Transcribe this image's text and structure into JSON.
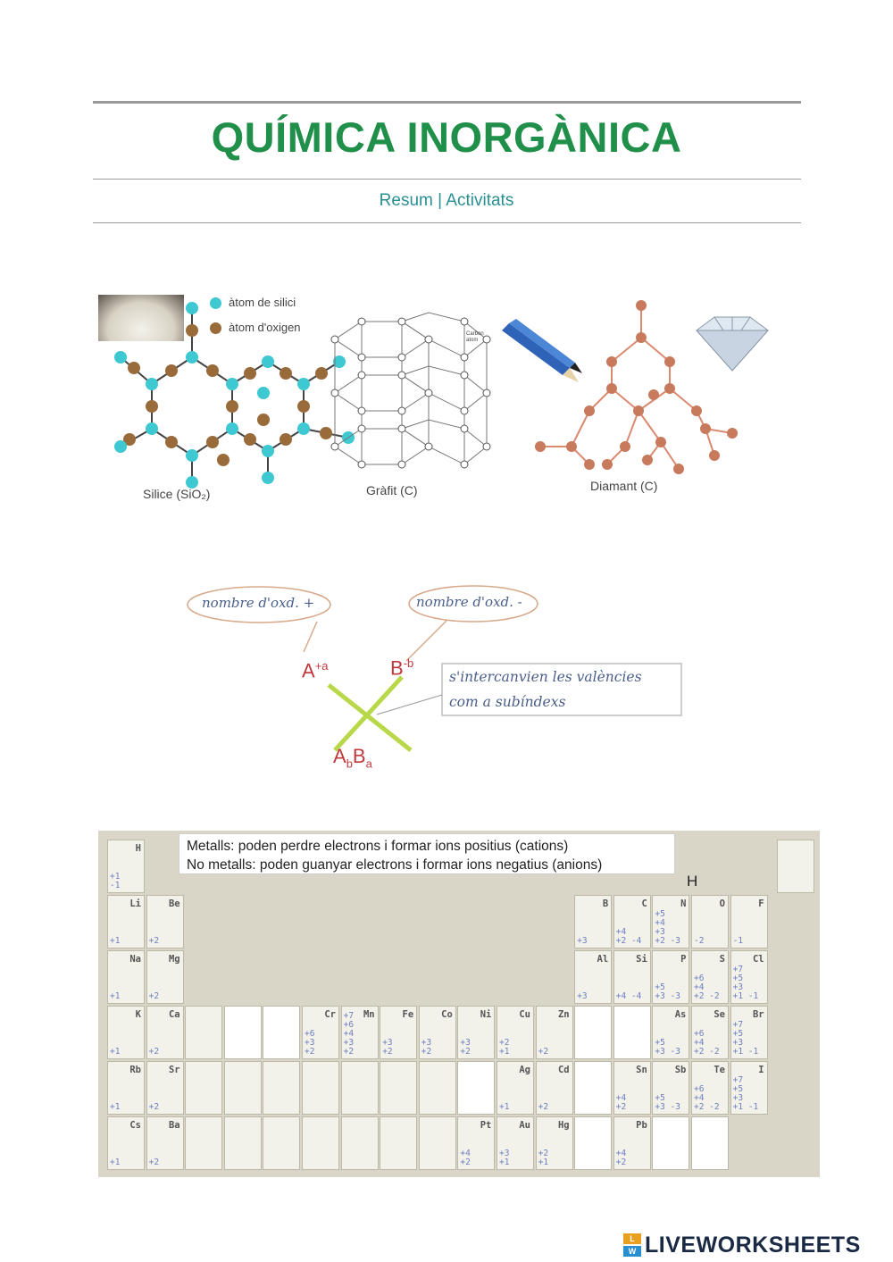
{
  "header": {
    "title": "QUÍMICA INORGÀNICA",
    "subtitle": "Resum | Activitats"
  },
  "structures": {
    "silica_legend_si": "àtom de silici",
    "silica_legend_o": "àtom d'oxigen",
    "silica_caption": "Silice (SiO₂)",
    "graphite_caption": "Gràfit (C)",
    "graphite_note": "Carbon atom",
    "diamond_caption": "Diamant (C)"
  },
  "formula": {
    "bubble_positive": "nombre d'oxd. +",
    "bubble_negative": "nombre d'oxd. -",
    "cation_base": "A",
    "cation_sup": "+a",
    "anion_base": "B",
    "anion_sup": "-b",
    "box_line1": "s'intercanvien les valències",
    "box_line2": "com a subíndexs",
    "result_a": "A",
    "result_sub_b": "b",
    "result_b": "B",
    "result_sub_a": "a"
  },
  "legend": {
    "line1": "Metalls: poden perdre electrons i formar ions positius (cations)",
    "line2": "No metalls: poden guanyar electrons i formar ions negatius (anions)",
    "h_label": "H"
  },
  "periodic_table": [
    {
      "sym": "H",
      "col": 0,
      "row": 0,
      "vals": [
        "+1",
        "-1"
      ]
    },
    {
      "sym": "Li",
      "col": 0,
      "row": 1,
      "vals": [
        "+1"
      ]
    },
    {
      "sym": "Be",
      "col": 1,
      "row": 1,
      "vals": [
        "+2"
      ]
    },
    {
      "sym": "B",
      "col": 12,
      "row": 1,
      "vals": [
        "+3"
      ]
    },
    {
      "sym": "C",
      "col": 13,
      "row": 1,
      "vals": [
        "+4",
        "+2 -4"
      ]
    },
    {
      "sym": "N",
      "col": 14,
      "row": 1,
      "vals": [
        "+5",
        "+4",
        "+3",
        "+2 -3"
      ]
    },
    {
      "sym": "O",
      "col": 15,
      "row": 1,
      "vals": [
        "-2"
      ]
    },
    {
      "sym": "F",
      "col": 16,
      "row": 1,
      "vals": [
        "-1"
      ]
    },
    {
      "sym": "Na",
      "col": 0,
      "row": 2,
      "vals": [
        "+1"
      ]
    },
    {
      "sym": "Mg",
      "col": 1,
      "row": 2,
      "vals": [
        "+2"
      ]
    },
    {
      "sym": "Al",
      "col": 12,
      "row": 2,
      "vals": [
        "+3"
      ]
    },
    {
      "sym": "Si",
      "col": 13,
      "row": 2,
      "vals": [
        "+4 -4"
      ]
    },
    {
      "sym": "P",
      "col": 14,
      "row": 2,
      "vals": [
        "+5",
        "+3 -3"
      ]
    },
    {
      "sym": "S",
      "col": 15,
      "row": 2,
      "vals": [
        "+6",
        "+4",
        "+2 -2"
      ]
    },
    {
      "sym": "Cl",
      "col": 16,
      "row": 2,
      "vals": [
        "+7",
        "+5",
        "+3",
        "+1 -1"
      ]
    },
    {
      "sym": "K",
      "col": 0,
      "row": 3,
      "vals": [
        "+1"
      ]
    },
    {
      "sym": "Ca",
      "col": 1,
      "row": 3,
      "vals": [
        "+2"
      ]
    },
    {
      "sym": "",
      "col": 2,
      "row": 3,
      "vals": []
    },
    {
      "sym": "",
      "col": 3,
      "row": 3,
      "vals": [],
      "blank": true
    },
    {
      "sym": "",
      "col": 4,
      "row": 3,
      "vals": [],
      "blank": true
    },
    {
      "sym": "Cr",
      "col": 5,
      "row": 3,
      "vals": [
        "+6",
        "+3",
        "+2"
      ]
    },
    {
      "sym": "Mn",
      "col": 6,
      "row": 3,
      "vals": [
        "+7",
        "+6",
        "+4",
        "+3",
        "+2"
      ]
    },
    {
      "sym": "Fe",
      "col": 7,
      "row": 3,
      "vals": [
        "+3",
        "+2"
      ]
    },
    {
      "sym": "Co",
      "col": 8,
      "row": 3,
      "vals": [
        "+3",
        "+2"
      ]
    },
    {
      "sym": "Ni",
      "col": 9,
      "row": 3,
      "vals": [
        "+3",
        "+2"
      ]
    },
    {
      "sym": "Cu",
      "col": 10,
      "row": 3,
      "vals": [
        "+2",
        "+1"
      ]
    },
    {
      "sym": "Zn",
      "col": 11,
      "row": 3,
      "vals": [
        "+2"
      ]
    },
    {
      "sym": "",
      "col": 12,
      "row": 3,
      "vals": [],
      "blank": true
    },
    {
      "sym": "",
      "col": 13,
      "row": 3,
      "vals": [],
      "blank": true
    },
    {
      "sym": "As",
      "col": 14,
      "row": 3,
      "vals": [
        "+5",
        "+3 -3"
      ]
    },
    {
      "sym": "Se",
      "col": 15,
      "row": 3,
      "vals": [
        "+6",
        "+4",
        "+2 -2"
      ]
    },
    {
      "sym": "Br",
      "col": 16,
      "row": 3,
      "vals": [
        "+7",
        "+5",
        "+3",
        "+1 -1"
      ]
    },
    {
      "sym": "Rb",
      "col": 0,
      "row": 4,
      "vals": [
        "+1"
      ]
    },
    {
      "sym": "Sr",
      "col": 1,
      "row": 4,
      "vals": [
        "+2"
      ]
    },
    {
      "sym": "",
      "col": 2,
      "row": 4,
      "vals": []
    },
    {
      "sym": "",
      "col": 3,
      "row": 4,
      "vals": []
    },
    {
      "sym": "",
      "col": 4,
      "row": 4,
      "vals": []
    },
    {
      "sym": "",
      "col": 5,
      "row": 4,
      "vals": []
    },
    {
      "sym": "",
      "col": 6,
      "row": 4,
      "vals": []
    },
    {
      "sym": "",
      "col": 7,
      "row": 4,
      "vals": []
    },
    {
      "sym": "",
      "col": 8,
      "row": 4,
      "vals": []
    },
    {
      "sym": "",
      "col": 9,
      "row": 4,
      "vals": [],
      "blank": true
    },
    {
      "sym": "Ag",
      "col": 10,
      "row": 4,
      "vals": [
        "+1"
      ]
    },
    {
      "sym": "Cd",
      "col": 11,
      "row": 4,
      "vals": [
        "+2"
      ]
    },
    {
      "sym": "",
      "col": 12,
      "row": 4,
      "vals": [],
      "blank": true
    },
    {
      "sym": "Sn",
      "col": 13,
      "row": 4,
      "vals": [
        "+4",
        "+2"
      ]
    },
    {
      "sym": "Sb",
      "col": 14,
      "row": 4,
      "vals": [
        "+5",
        "+3 -3"
      ]
    },
    {
      "sym": "Te",
      "col": 15,
      "row": 4,
      "vals": [
        "+6",
        "+4",
        "+2 -2"
      ]
    },
    {
      "sym": "I",
      "col": 16,
      "row": 4,
      "vals": [
        "+7",
        "+5",
        "+3",
        "+1 -1"
      ]
    },
    {
      "sym": "Cs",
      "col": 0,
      "row": 5,
      "vals": [
        "+1"
      ]
    },
    {
      "sym": "Ba",
      "col": 1,
      "row": 5,
      "vals": [
        "+2"
      ]
    },
    {
      "sym": "",
      "col": 2,
      "row": 5,
      "vals": []
    },
    {
      "sym": "",
      "col": 3,
      "row": 5,
      "vals": []
    },
    {
      "sym": "",
      "col": 4,
      "row": 5,
      "vals": []
    },
    {
      "sym": "",
      "col": 5,
      "row": 5,
      "vals": []
    },
    {
      "sym": "",
      "col": 6,
      "row": 5,
      "vals": []
    },
    {
      "sym": "",
      "col": 7,
      "row": 5,
      "vals": []
    },
    {
      "sym": "",
      "col": 8,
      "row": 5,
      "vals": []
    },
    {
      "sym": "Pt",
      "col": 9,
      "row": 5,
      "vals": [
        "+4",
        "+2"
      ]
    },
    {
      "sym": "Au",
      "col": 10,
      "row": 5,
      "vals": [
        "+3",
        "+1"
      ]
    },
    {
      "sym": "Hg",
      "col": 11,
      "row": 5,
      "vals": [
        "+2",
        "+1"
      ]
    },
    {
      "sym": "",
      "col": 12,
      "row": 5,
      "vals": [],
      "blank": true
    },
    {
      "sym": "Pb",
      "col": 13,
      "row": 5,
      "vals": [
        "+4",
        "+2"
      ]
    },
    {
      "sym": "",
      "col": 14,
      "row": 5,
      "vals": [],
      "blank": true
    },
    {
      "sym": "",
      "col": 15,
      "row": 5,
      "vals": [],
      "blank": true
    }
  ],
  "footer": {
    "logo_text": "LIVEWORKSHEETS",
    "logo_letters": [
      "L",
      "W"
    ]
  }
}
